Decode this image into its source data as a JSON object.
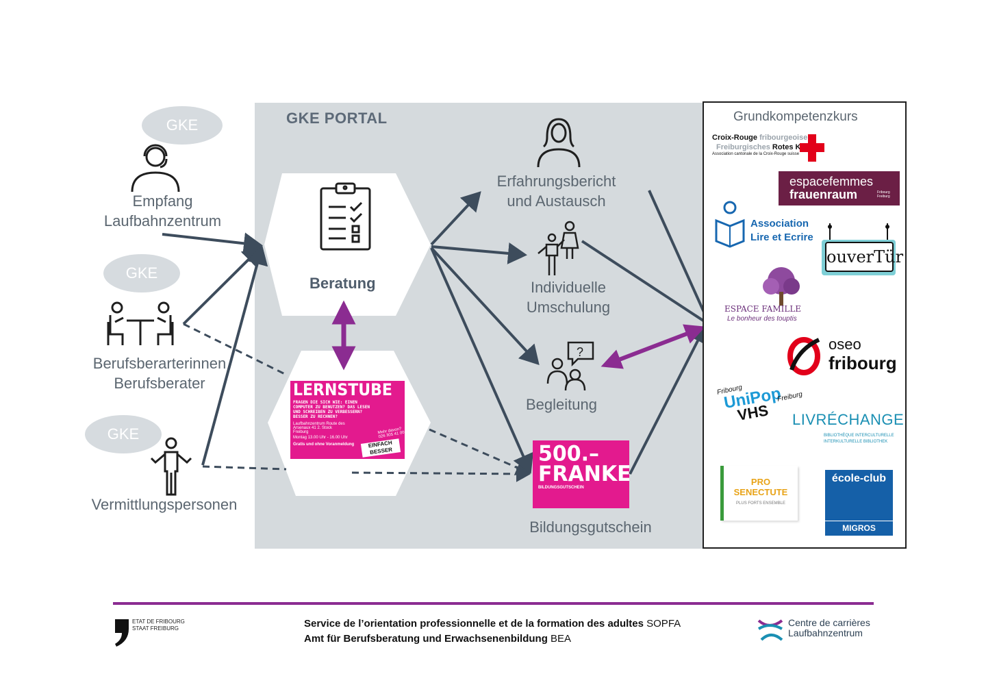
{
  "portal": {
    "title": "GKE PORTAL"
  },
  "left": {
    "bubbles": [
      "GKE",
      "GKE",
      "GKE"
    ],
    "reception": {
      "line1": "Empfang",
      "line2": "Laufbahnzentrum"
    },
    "counsellors": {
      "line1": "Berufsberarterinnen",
      "line2": "Berufsberater"
    },
    "intermediaries": "Vermittlungspersonen"
  },
  "hexagons": {
    "beratung": "Beratung",
    "lernstube": {
      "title": "LERNSTUBE",
      "subtitle": "FRAGEN DIE SICH WIE: EINEN COMPUTER ZU BENUTZEN? DAS LESEN UND SCHREIBEN ZU VERBESSERN? BESSER ZU RECHNEN?",
      "address": "Laufbahnzentrum Route des Arsenaux 41 2. Stock Freiburg",
      "hours": "Montag 13.00 Uhr - 16.00 Uhr",
      "bottom": "Gratis und ohne Voranmeldung",
      "more": "Mehr davon? 026 305 41 00",
      "stamp": "EINFACH BESSER"
    }
  },
  "offers": {
    "report": {
      "line1": "Erfahrungsbericht",
      "line2": "und Austausch"
    },
    "retraining": {
      "line1": "Individuelle",
      "line2": "Umschulung"
    },
    "support": "Begleitung",
    "voucher": {
      "amount": "500.–",
      "currency": "FRANKEN",
      "caption": "BILDUNGSGUTSCHEIN",
      "label": "Bildungsgutschein"
    }
  },
  "partners": {
    "title": "Grundkompetenzkurs",
    "croix_rouge": {
      "l1a": "Croix-Rouge",
      "l1b": "fribourgeoise",
      "l2a": "Freiburgisches",
      "l2b": "Rotes Kreuz",
      "l3": "Association cantonale de la Croix-Rouge suisse"
    },
    "espacefemmes": {
      "l1": "espacefemmes",
      "l2": "frauenraum",
      "sub": "Fribourg Freiburg"
    },
    "lire": {
      "l1": "Association",
      "l2": "Lire et Ecrire"
    },
    "ouvertuer": "ouverTür",
    "espace_famille": {
      "l1": "ESPACE FAMILLE",
      "l2": "Le bonheur des touptis"
    },
    "oseo": {
      "l1": "oseo",
      "l2": "fribourg"
    },
    "unipop": {
      "l1": "Fribourg",
      "l2": "UniPop",
      "l3": "VHS",
      "l4": "Freiburg"
    },
    "livrechange": {
      "name": "LIVRÉCHANGE",
      "sub1": "BIBLIOTHÈQUE INTERCULTURELLE",
      "sub2": "INTERKULTURELLE BIBLIOTHEK"
    },
    "pro_senectute": {
      "l1": "PRO",
      "l2": "SENECTUTE",
      "l3": "PLUS FORTS ENSEMBLE"
    },
    "ecole_club": {
      "l1": "école-club",
      "l2": "MIGROS"
    }
  },
  "footer": {
    "state_l1": "ETAT DE FRIBOURG",
    "state_l2": "STAAT FREIBURG",
    "line1_bold": "Service de l’orientation professionnelle et de la formation des adultes",
    "line1_abbr": " SOPFA",
    "line2_bold": "Amt für Berufsberatung und Erwachsenenbildung",
    "line2_abbr": " BEA",
    "centre_l1": "Centre de carrières",
    "centre_l2": "Laufbahnzentrum"
  },
  "colors": {
    "accent": "#8b2c91",
    "pink": "#e31a8e",
    "arrow": "#3d4c5c",
    "portal_bg": "#d5dadd"
  }
}
